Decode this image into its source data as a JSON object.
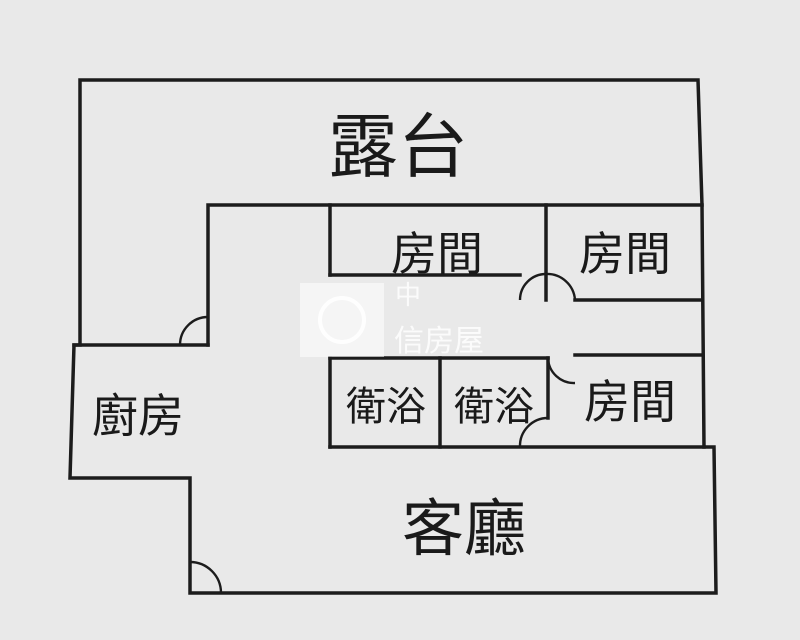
{
  "rooms": {
    "terrace": "露台",
    "bedroom_1": "房間",
    "bedroom_2": "房間",
    "bedroom_3": "房間",
    "kitchen": "廚房",
    "bathroom_1": "衛浴",
    "bathroom_2": "衛浴",
    "living_room": "客廳"
  },
  "watermark": {
    "line1": "中",
    "line2": "信房屋"
  },
  "colors": {
    "background": "#e9e9e9",
    "wall": "#1c1c1c",
    "text": "#1a1a1a"
  }
}
